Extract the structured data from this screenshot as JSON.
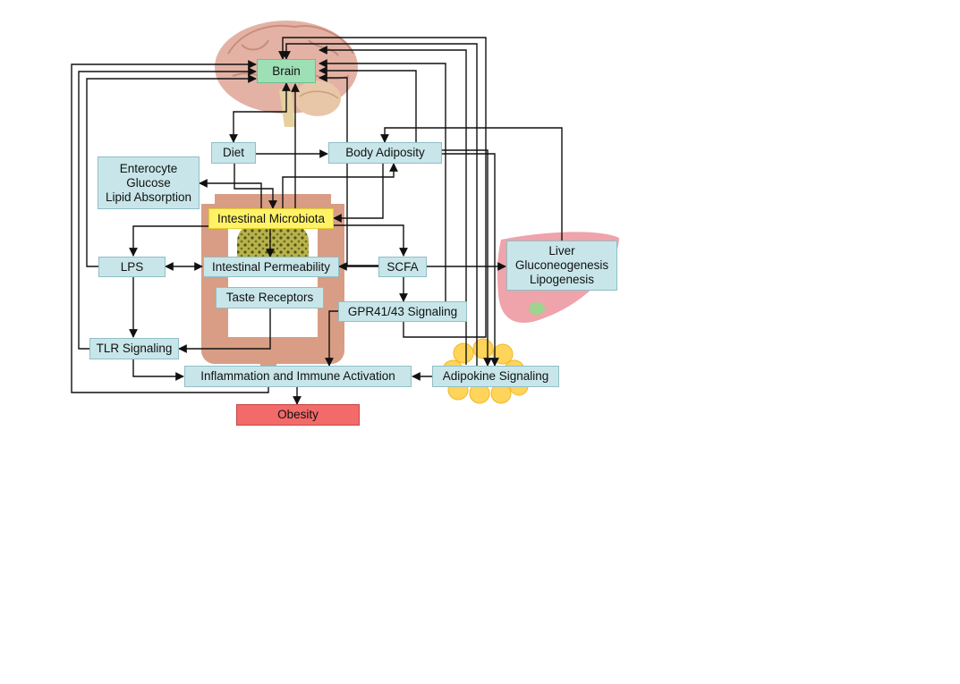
{
  "nodes": {
    "brain": "Brain",
    "diet": "Diet",
    "body_adiposity": "Body Adiposity",
    "enterocyte": [
      "Enterocyte",
      "Glucose",
      "Lipid Absorption"
    ],
    "microbiota": "Intestinal Microbiota",
    "lps": "LPS",
    "permeability": "Intestinal Permeability",
    "scfa": "SCFA",
    "liver": [
      "Liver",
      "Gluconeogenesis",
      "Lipogenesis"
    ],
    "taste": "Taste Receptors",
    "gpr": "GPR41/43 Signaling",
    "tlr": "TLR Signaling",
    "inflammation": "Inflammation and Immune Activation",
    "adipokine": "Adipokine Signaling",
    "obesity": "Obesity"
  },
  "colors": {
    "node_fill": "#c8e6ea",
    "brain_fill": "#9ee0b6",
    "microbiota_fill": "#fff266",
    "obesity_fill": "#f26a6a",
    "arrow": "#111111"
  },
  "illustrations": [
    "brain-illustration",
    "intestine-illustration",
    "liver-illustration",
    "adipose-cells-illustration"
  ]
}
